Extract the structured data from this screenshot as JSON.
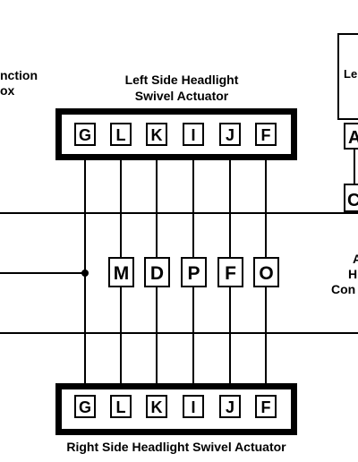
{
  "labels": {
    "left_actuator_line1": "Left Side Headlight",
    "left_actuator_line2": "Swivel Actuator",
    "right_actuator": "Right Side Headlight Swivel Actuator",
    "junction_line1": "nction",
    "junction_line2": "ox",
    "right_module_top": "Le",
    "right_conn_line1": "A",
    "right_conn_line2": "H",
    "right_conn_line3": "Con"
  },
  "top_connector_pins": [
    "G",
    "L",
    "K",
    "I",
    "J",
    "F"
  ],
  "bottom_connector_pins": [
    "G",
    "L",
    "K",
    "I",
    "J",
    "F"
  ],
  "middle_pins": [
    "M",
    "D",
    "P",
    "F",
    "O"
  ],
  "right_module_pins": [
    "A",
    "C"
  ]
}
